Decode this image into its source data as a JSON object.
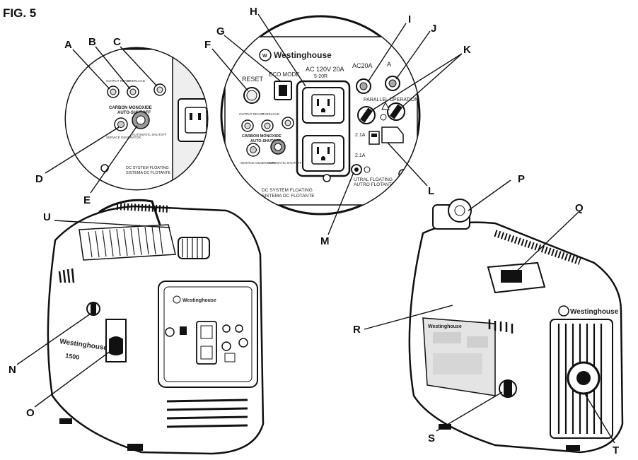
{
  "figure_label": "FIG. 5",
  "callouts": {
    "A": "A",
    "B": "B",
    "C": "C",
    "D": "D",
    "E": "E",
    "F": "F",
    "G": "G",
    "H": "H",
    "I": "I",
    "J": "J",
    "K": "K",
    "L": "L",
    "M": "M",
    "N": "N",
    "O": "O",
    "P": "P",
    "Q": "Q",
    "R": "R",
    "S": "S",
    "T": "T",
    "U": "U"
  },
  "left_panel": {
    "co_title": "CARBON MONOXIDE",
    "co_subtitle": "AUTO-SHUTOFF",
    "dc_line1": "DC SYSTEM FLOATING",
    "dc_line2": "SISTEMA DC FLOTANTE"
  },
  "right_panel": {
    "brand": "Westinghouse",
    "reset": "RESET",
    "eco_mode": "ECO MODE",
    "outlet_title": "AC 120V 20A",
    "outlet_sub": "5-20R",
    "ac20a": "AC20A",
    "ac_partial": "A",
    "parallel_operation": "PARALLEL OPERATION",
    "usb_a": "2.1A",
    "usb_b": "2.1A",
    "co_title": "CARBON MONOXIDE",
    "co_subtitle": "AUTO-SHUTOFF",
    "dc_line1": "DC SYSTEM FLOATING",
    "dc_line2": "SISTEMA DC FLOTANTE",
    "neutral_line1": "UTRAL FLOATING",
    "neutral_line2": "AUTRO FLOTANTE"
  },
  "front_generator": {
    "brand": "Westinghouse",
    "model": "1500"
  },
  "rear_generator": {
    "brand": "Westinghouse"
  }
}
